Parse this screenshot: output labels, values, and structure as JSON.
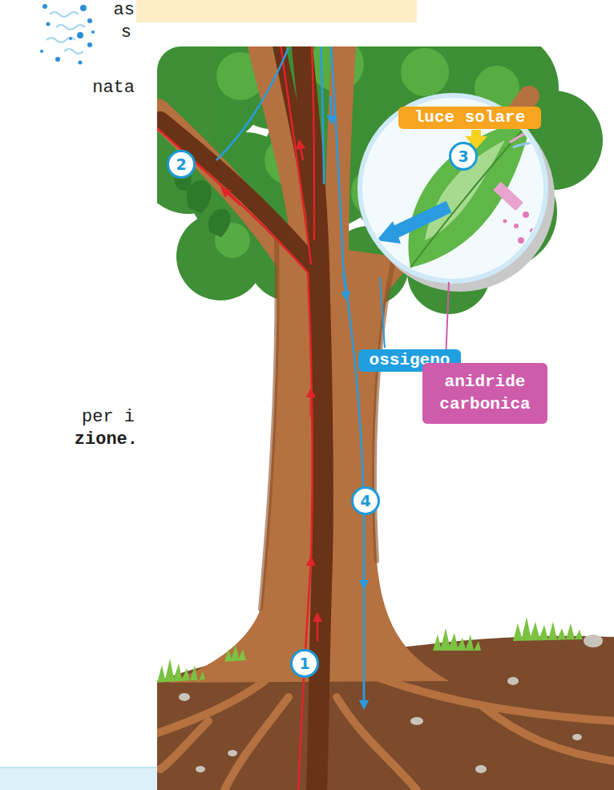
{
  "diagram": {
    "nodes": [
      {
        "text": [
          "luce solare"
        ]
      },
      {
        "text": [
          "2"
        ]
      },
      {
        "text": [
          "3"
        ]
      },
      {
        "text": [
          "ossigeno"
        ]
      },
      {
        "text": [
          "anidride carbonica"
        ]
      },
      {
        "text": [
          "4"
        ]
      },
      {
        "text": [
          "1"
        ]
      }
    ],
    "labels": [
      "as",
      "s",
      "nata",
      "per i",
      "zione."
    ]
  }
}
